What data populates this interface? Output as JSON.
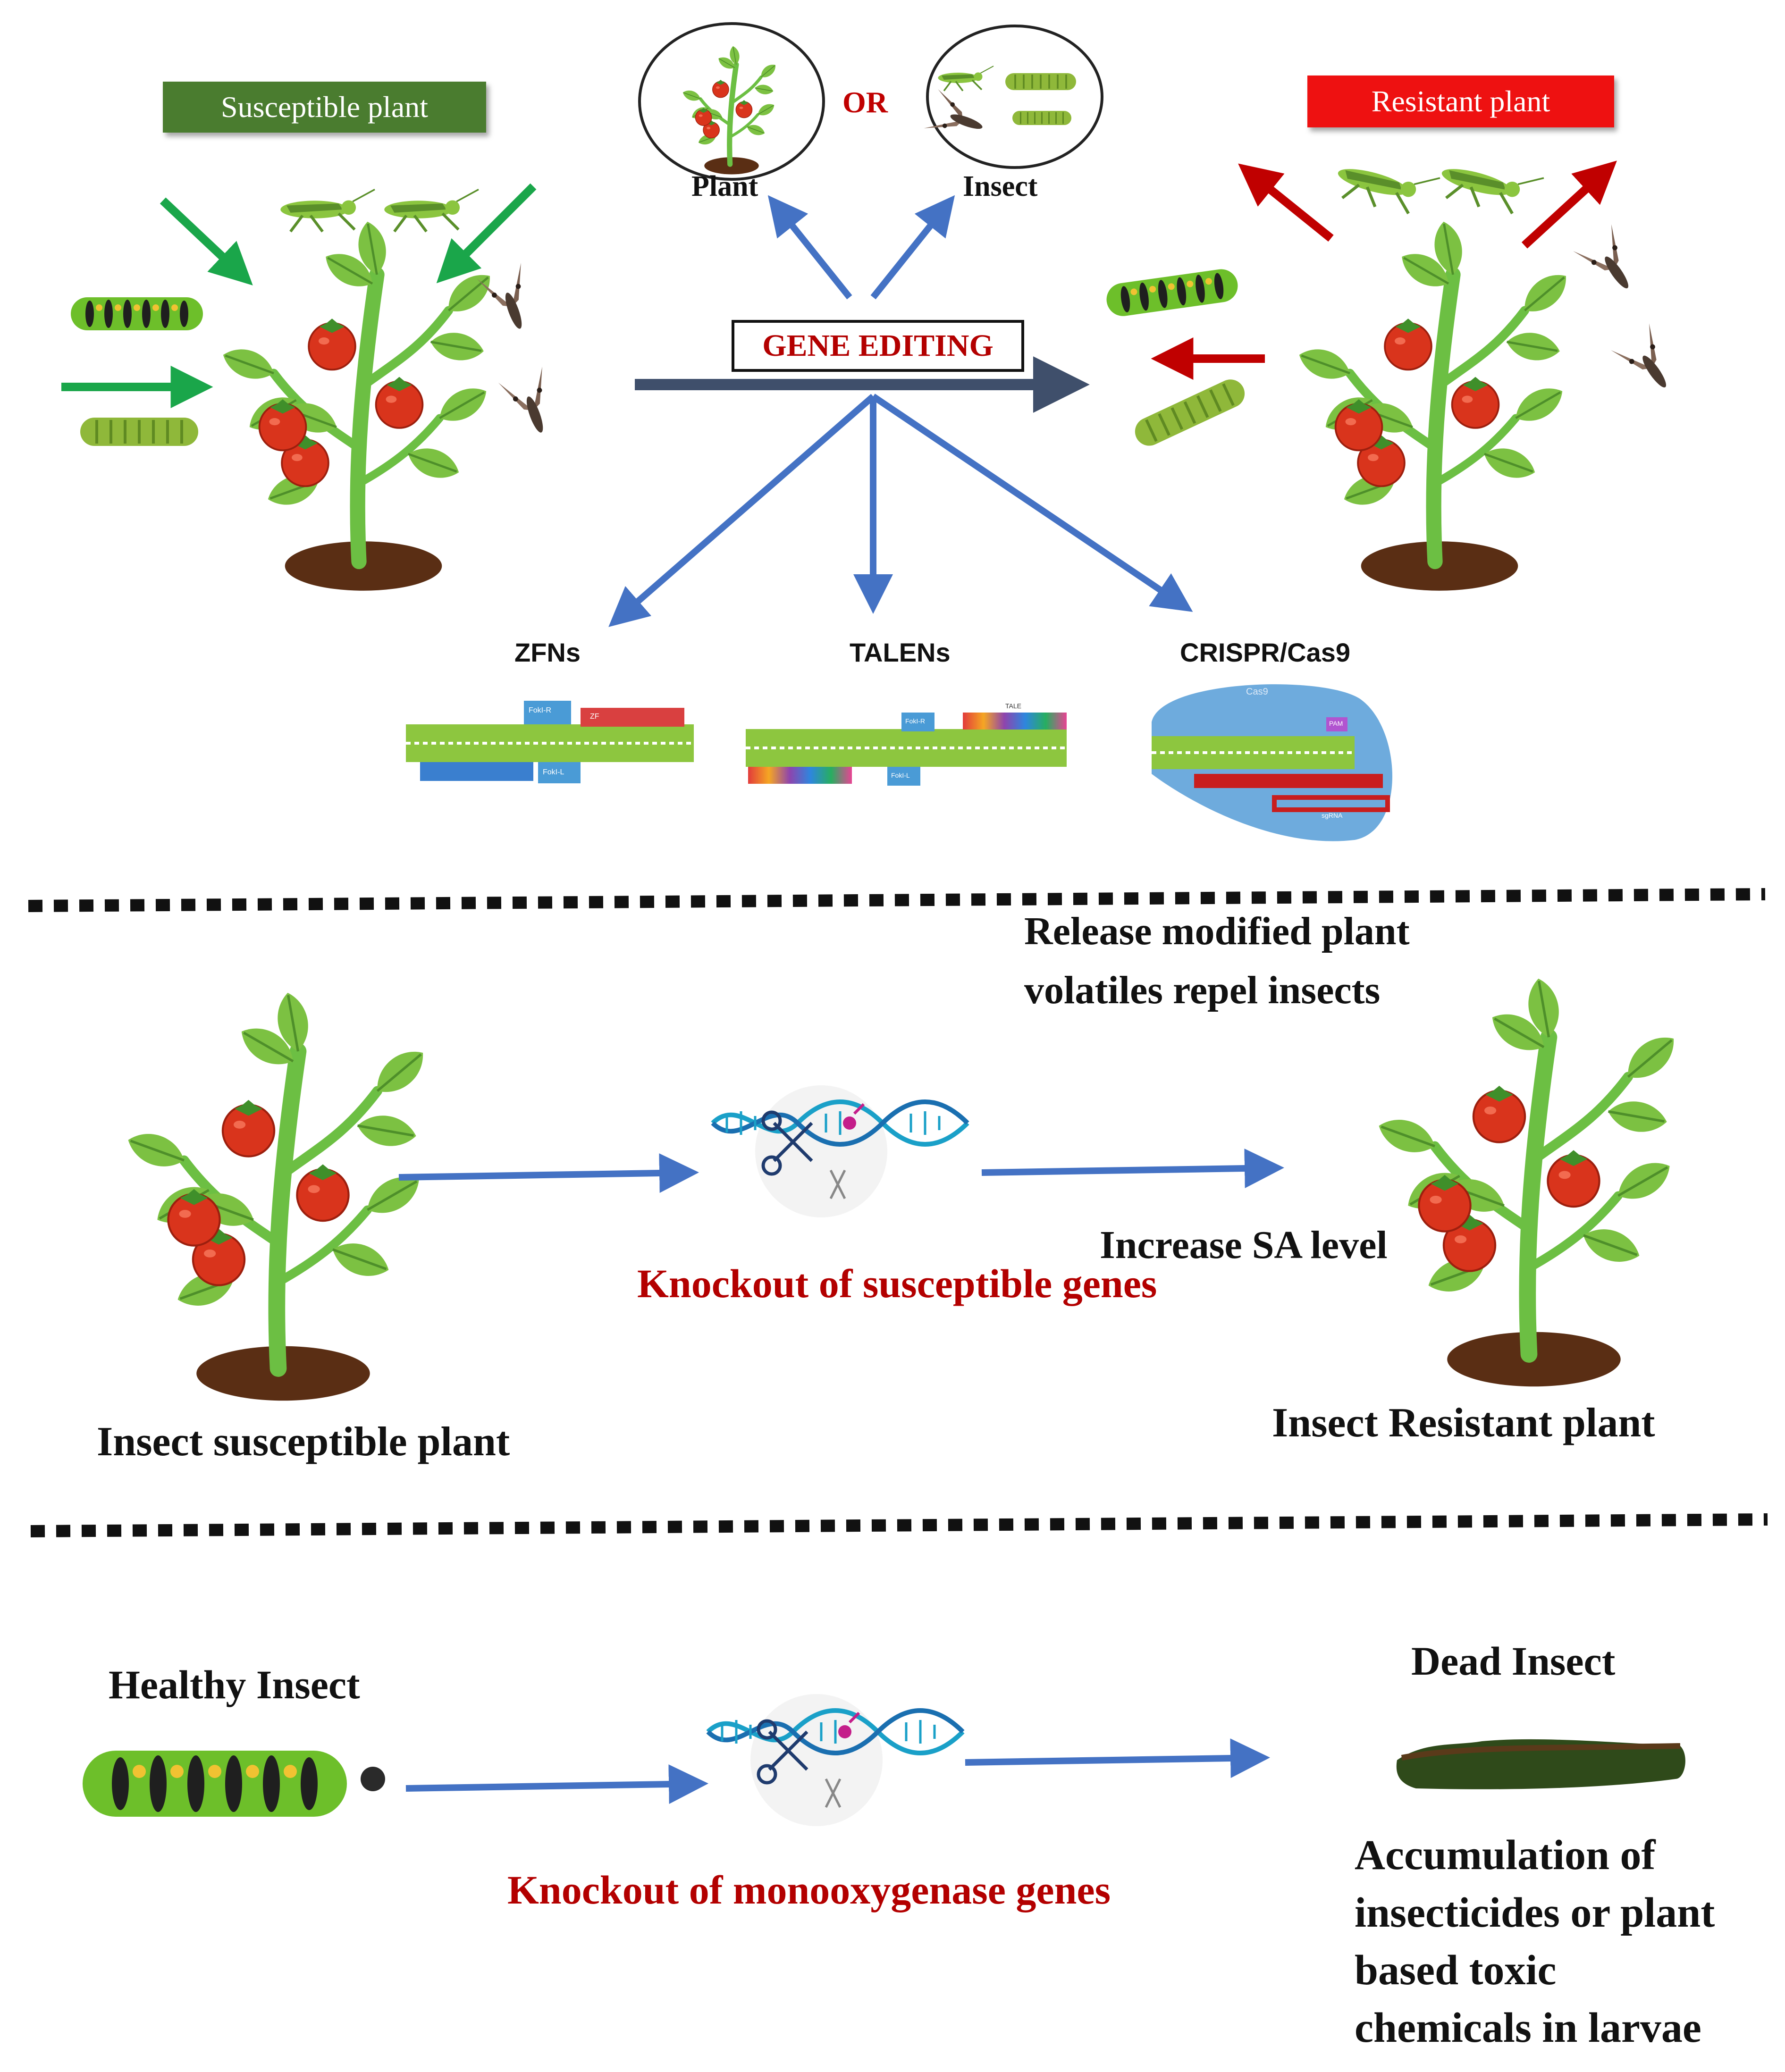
{
  "top": {
    "susceptible_plant_label": "Susceptible plant",
    "resistant_plant_label": "Resistant plant",
    "choice": {
      "plant_label": "Plant",
      "or_label": "OR",
      "insect_label": "Insect"
    },
    "gene_editing_label": "GENE EDITING",
    "tools": [
      {
        "label": "ZFNs"
      },
      {
        "label": "TALENs"
      },
      {
        "label": "CRISPR/Cas9"
      }
    ],
    "tool_inset_text": {
      "zfn_fokl_r": "FokI-R",
      "zfn_fokl_l": "FokI-L",
      "zf": "ZF",
      "talen_fokl_r": "FokI-R",
      "talen_fokl_l": "FokI-L",
      "talen_tale": "TALE",
      "cas9": "Cas9",
      "pam": "PAM",
      "sgrna": "sgRNA"
    }
  },
  "middle": {
    "volatiles_text_line1": "Release modified plant",
    "volatiles_text_line2": "volatiles repel insects",
    "knockout_label": "Knockout of susceptible genes",
    "sa_level_label": "Increase SA level",
    "susceptible_caption": "Insect susceptible plant",
    "resistant_caption": "Insect Resistant plant"
  },
  "bottom": {
    "healthy_label": "Healthy Insect",
    "knockout_label": "Knockout of monooxygenase genes",
    "dead_label": "Dead Insect",
    "accumulation_line1": "Accumulation of",
    "accumulation_line2": "insecticides or plant",
    "accumulation_line3": "based toxic",
    "accumulation_line4": "chemicals in larvae"
  },
  "colors": {
    "blue_arrow": "#4472c4",
    "green_arrow": "#1aa64a",
    "red_arrow": "#c00000",
    "dark_arrow": "#3f4f6b",
    "label_green": "#4a7c2f",
    "label_red": "#ee1111",
    "knockout_text": "#b30000"
  }
}
